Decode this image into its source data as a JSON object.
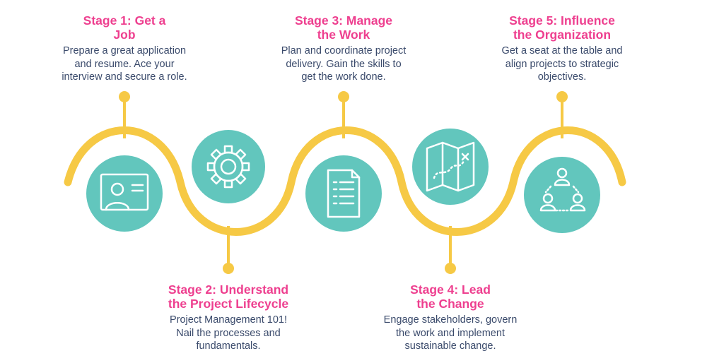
{
  "colors": {
    "wave": "#f6c945",
    "circle": "#62c6bd",
    "title": "#ee3f8f",
    "text": "#3a4a6b",
    "icon": "#ffffff"
  },
  "stages": [
    {
      "title_line1": "Stage 1: Get a",
      "title_line2": "Job",
      "desc_line1": "Prepare a great application",
      "desc_line2": "and resume. Ace your",
      "desc_line3": "interview and secure a role.",
      "icon": "resume-card-icon"
    },
    {
      "title_line1": "Stage 2: Understand",
      "title_line2": "the Project Lifecycle",
      "desc_line1": "Project Management 101!",
      "desc_line2": "Nail the processes and",
      "desc_line3": "fundamentals.",
      "icon": "gear-icon"
    },
    {
      "title_line1": "Stage 3: Manage",
      "title_line2": "the Work",
      "desc_line1": "Plan and coordinate project",
      "desc_line2": "delivery. Gain the skills to",
      "desc_line3": "get the work done.",
      "icon": "checklist-document-icon"
    },
    {
      "title_line1": "Stage 4: Lead",
      "title_line2": "the Change",
      "desc_line1": "Engage stakeholders, govern",
      "desc_line2": "the work and implement",
      "desc_line3": "sustainable change.",
      "icon": "treasure-map-icon"
    },
    {
      "title_line1": "Stage 5: Influence",
      "title_line2": "the Organization",
      "desc_line1": "Get a seat at the table and",
      "desc_line2": "align projects to strategic",
      "desc_line3": "objectives.",
      "icon": "team-network-icon"
    }
  ]
}
